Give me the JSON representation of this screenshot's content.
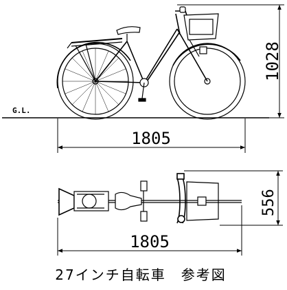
{
  "ground_label": "G.L.",
  "side_view": {
    "length": "1805",
    "height": "1028"
  },
  "top_view": {
    "length": "1805",
    "width": "556"
  },
  "caption": "27インチ自転車　参考図"
}
